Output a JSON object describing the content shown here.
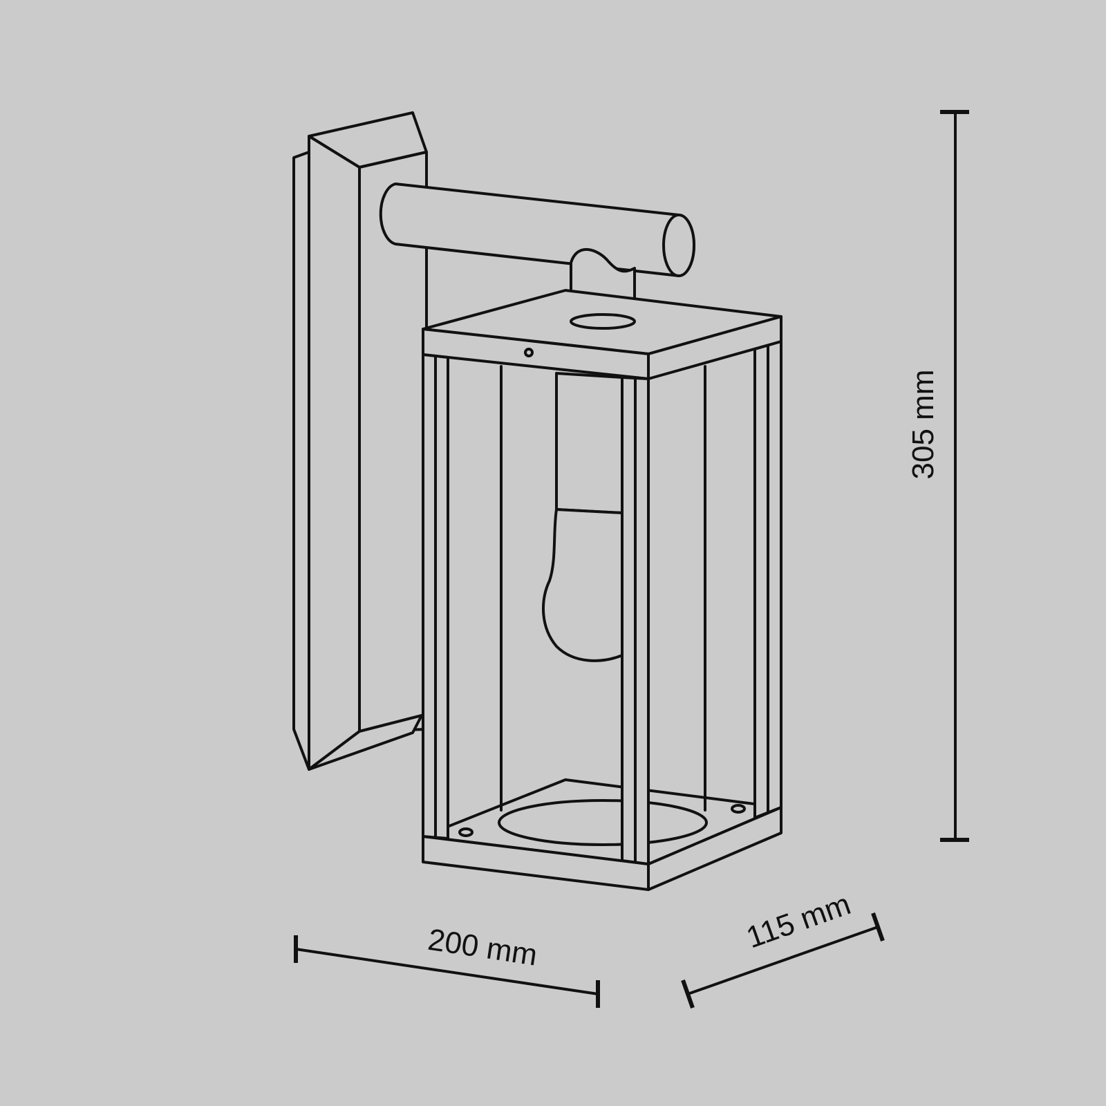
{
  "dimensions": {
    "width": "200 mm",
    "depth": "115 mm",
    "height": "305 mm"
  }
}
